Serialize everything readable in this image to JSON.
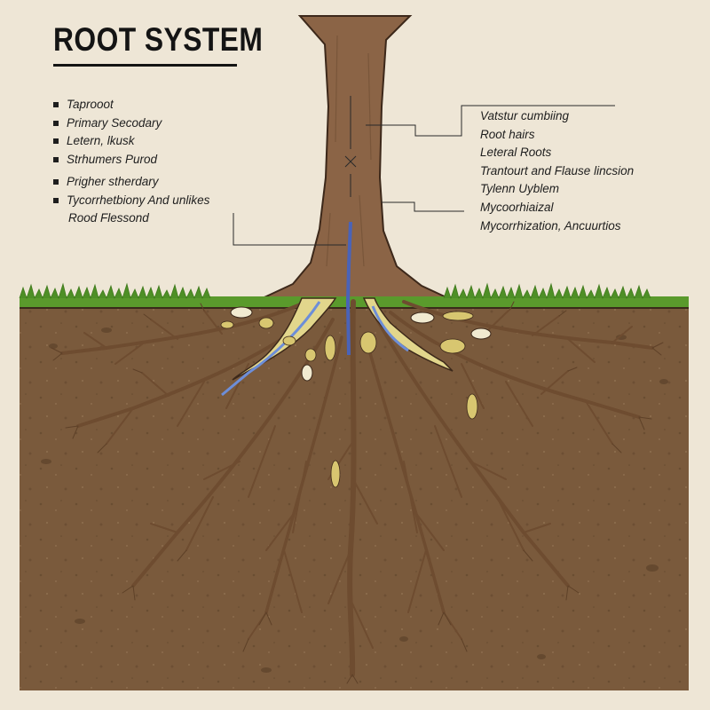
{
  "title": "ROOT SYSTEM",
  "left_labels": [
    "Taprooot",
    "Primary Secodary",
    "Letern, lkusk",
    "Strhumers Purod",
    "Prigher stherdary",
    "Tycorrhetbiony And unlikes"
  ],
  "left_label_continuation": "Rood Flessond",
  "right_labels": [
    "Vatstur cumbiing",
    "Root hairs",
    "Leteral Roots",
    "Trantourt and Flause lincsion",
    "Tylenn Uyblem",
    "Mycoorhiaizal",
    "Mycorrhization, Ancuurtios"
  ],
  "colors": {
    "background": "#eee6d6",
    "soil": "#7a5a3c",
    "trunk": "#8b6446",
    "root": "#6e4c30",
    "grass": "#5a9a2c",
    "xylem": "#4a63b8",
    "tissue": "#e2d68c"
  }
}
